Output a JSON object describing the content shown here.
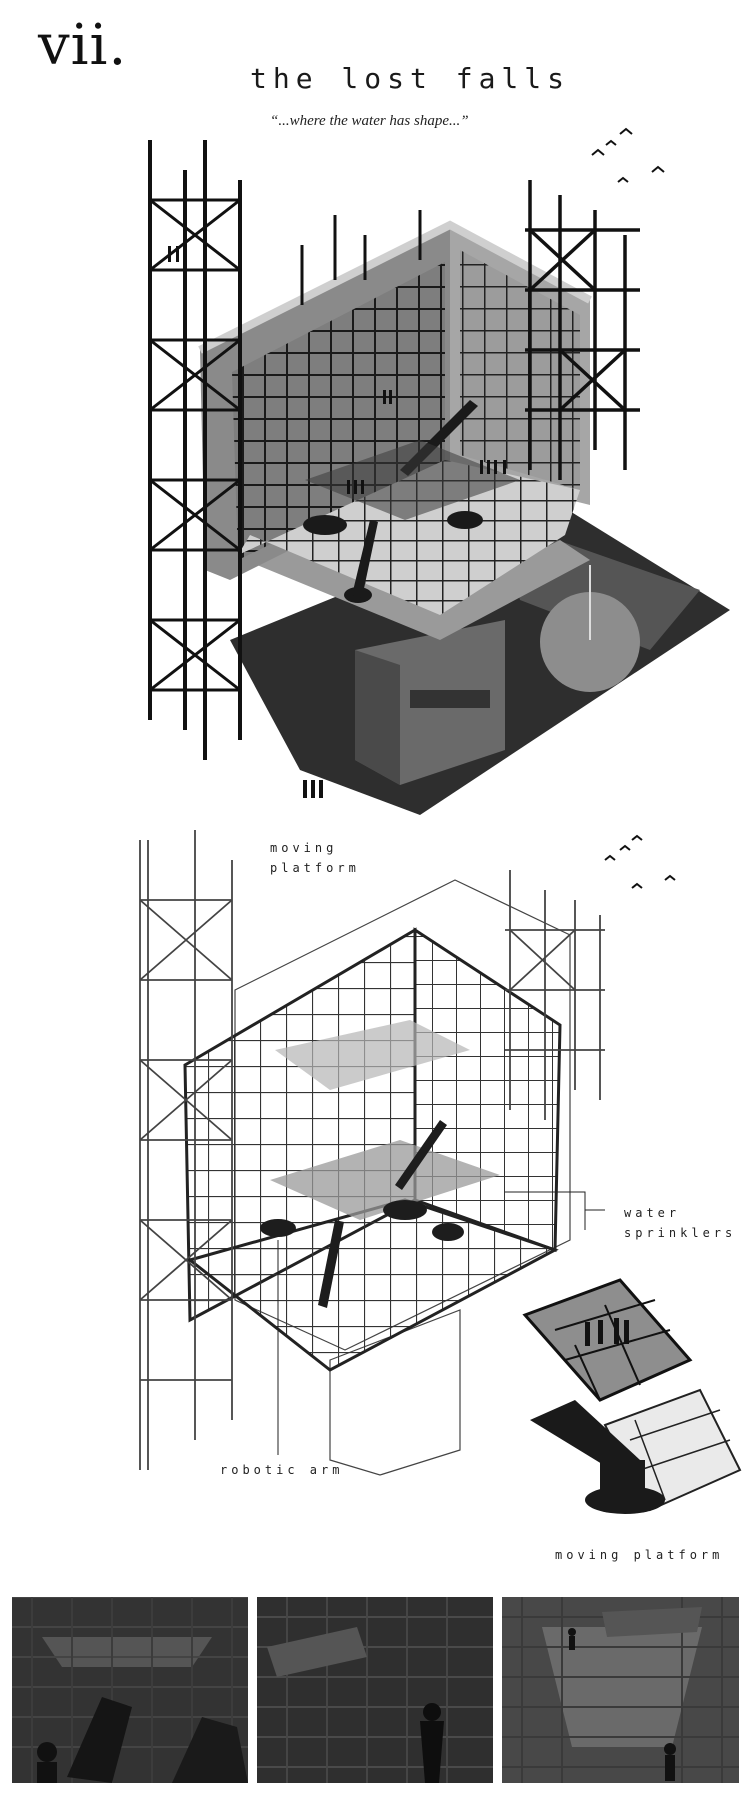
{
  "header": {
    "numeral": "vii.",
    "title": "the lost falls",
    "quote": "“...where the water has shape...”"
  },
  "annotations": {
    "moving_platform_top": [
      "moving",
      "platform"
    ],
    "water_sprinklers": [
      "water",
      "sprinklers"
    ],
    "robotic_arm": "robotic arm",
    "moving_platform_bottom": "moving platform"
  },
  "colors": {
    "ink": "#111111",
    "concrete": "#8a8a8a",
    "shadow": "#2e2e2e",
    "render_dark": "#1c1c1c"
  },
  "renders": [
    "render-robotic-arm-interior",
    "render-rain-figure",
    "render-hall-figures"
  ]
}
